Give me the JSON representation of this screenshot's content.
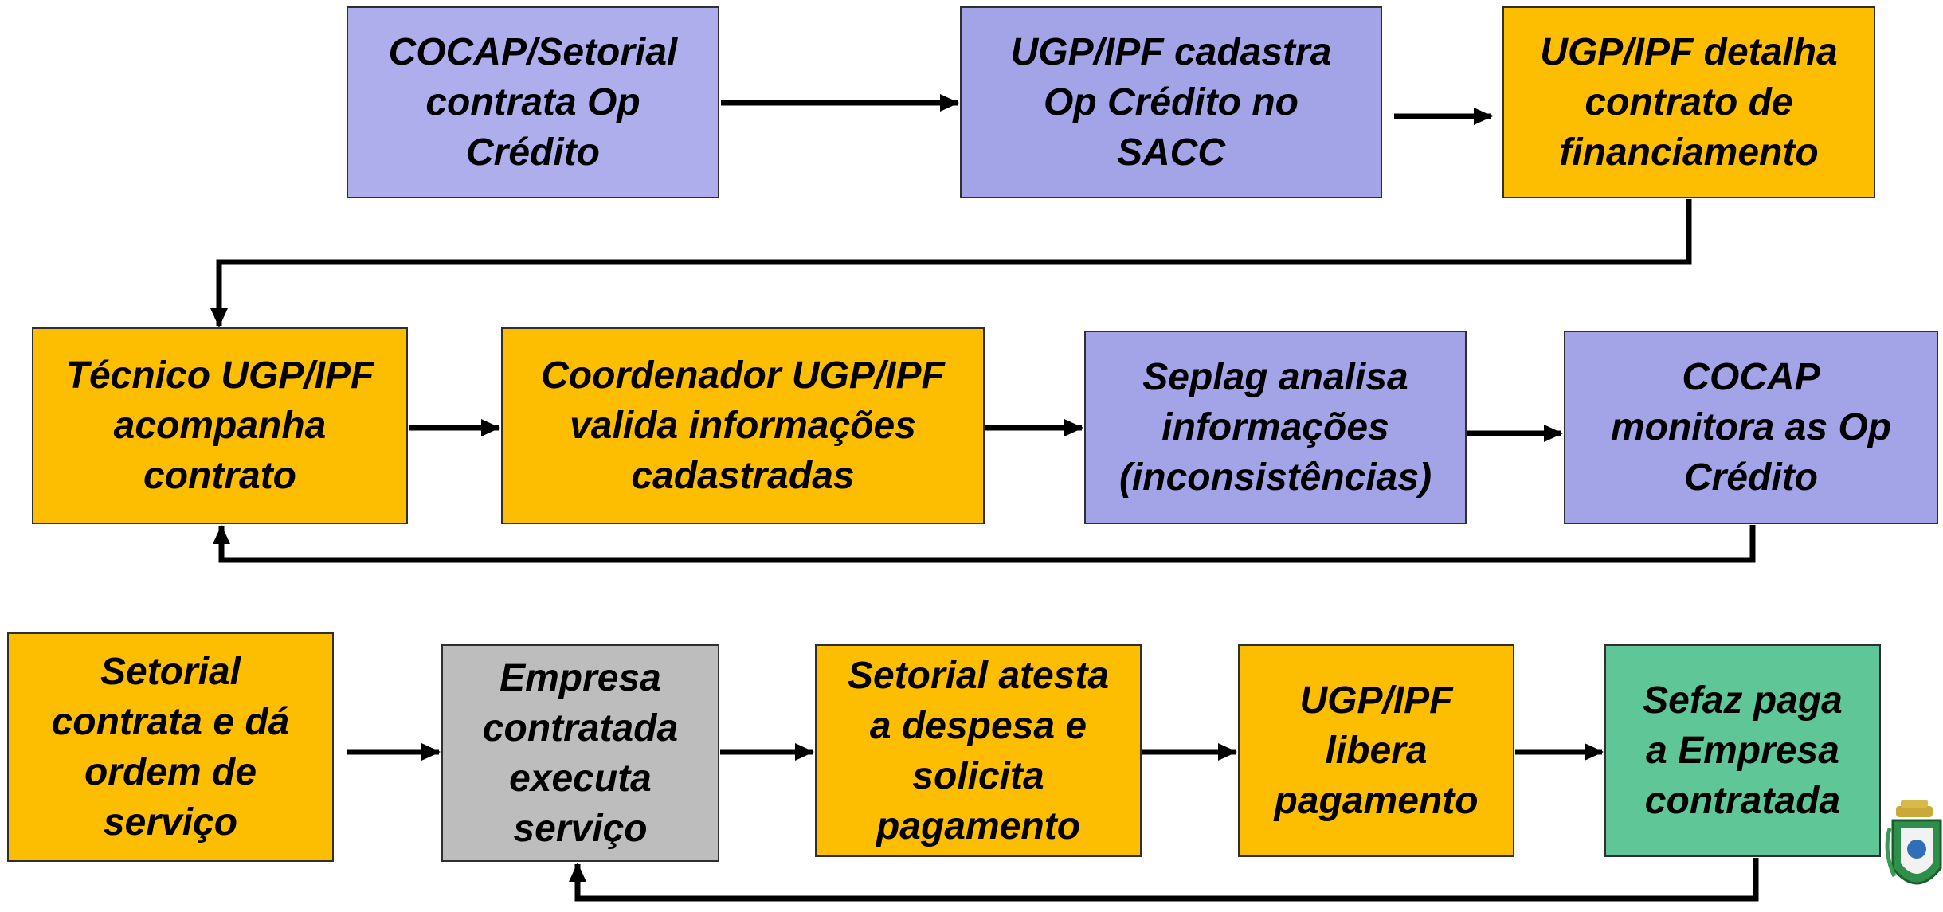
{
  "colors": {
    "lavender": "#aeaeec",
    "periwinkle": "#a3a3e8",
    "amber": "#fdbd00",
    "gray": "#bdbdbd",
    "green": "#5ec697",
    "arrow": "#000000"
  },
  "row1": {
    "b1": "COCAP/Setorial\ncontrata Op\nCrédito",
    "b2": "UGP/IPF cadastra\nOp Crédito no\nSACC",
    "b3": "UGP/IPF detalha\ncontrato de\nfinanciamento"
  },
  "row2": {
    "b1": "Técnico UGP/IPF\nacompanha\ncontrato",
    "b2": "Coordenador UGP/IPF\nvalida informações\ncadastradas",
    "b3": "Seplag analisa\ninformações\n(inconsistências)",
    "b4": "COCAP\nmonitora as Op\nCrédito"
  },
  "row3": {
    "b1": "Setorial\ncontrata e dá\nordem de\nserviço",
    "b2": "Empresa\ncontratada\nexecuta\nserviço",
    "b3": "Setorial atesta\na despesa e\nsolicita\npagamento",
    "b4": "UGP/IPF\nlibera\npagamento",
    "b5": "Sefaz paga\na Empresa\ncontratada"
  },
  "logo": {
    "icon": "state-coat-of-arms-icon"
  }
}
